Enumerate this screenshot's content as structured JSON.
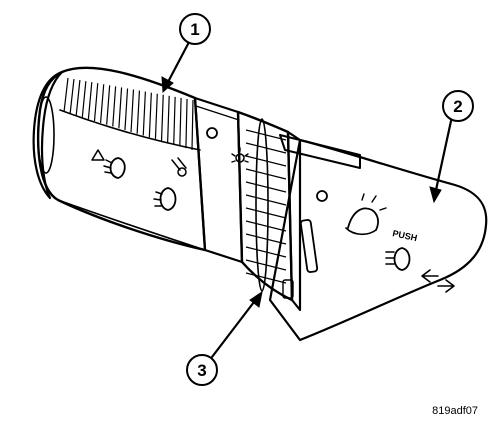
{
  "diagram": {
    "callouts": [
      {
        "id": "1",
        "label": "1"
      },
      {
        "id": "2",
        "label": "2"
      },
      {
        "id": "3",
        "label": "3"
      }
    ],
    "switch_labels": {
      "push": "PUSH"
    },
    "figure_code": "819adf07"
  }
}
